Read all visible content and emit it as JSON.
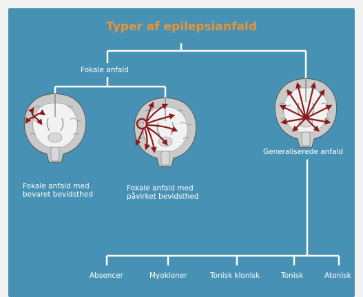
{
  "title": "Typer af epilepsianfald",
  "focal_group_label": "Fokale anfald",
  "generalized_label": "Generaliserede anfald",
  "focal_aware_lines": [
    "Fokale anfald med",
    "bevaret bevidsthed"
  ],
  "focal_impaired_lines": [
    "Fokale anfald med",
    "påvirket bevidsthed"
  ],
  "generalized_subtypes": [
    "Absencer",
    "Myokloner",
    "Tonisk klonisk",
    "Tonisk",
    "Atonisk"
  ],
  "colors": {
    "background": "#4792b4",
    "title": "#e6943a",
    "lines": "#ffffff",
    "brain_gray": "#c9c9c9",
    "brain_white": "#f2f2f2",
    "arrow": "#8b1a1a"
  },
  "icons": [
    "brain-focal-aware-icon",
    "brain-focal-impaired-icon",
    "brain-generalized-icon"
  ]
}
